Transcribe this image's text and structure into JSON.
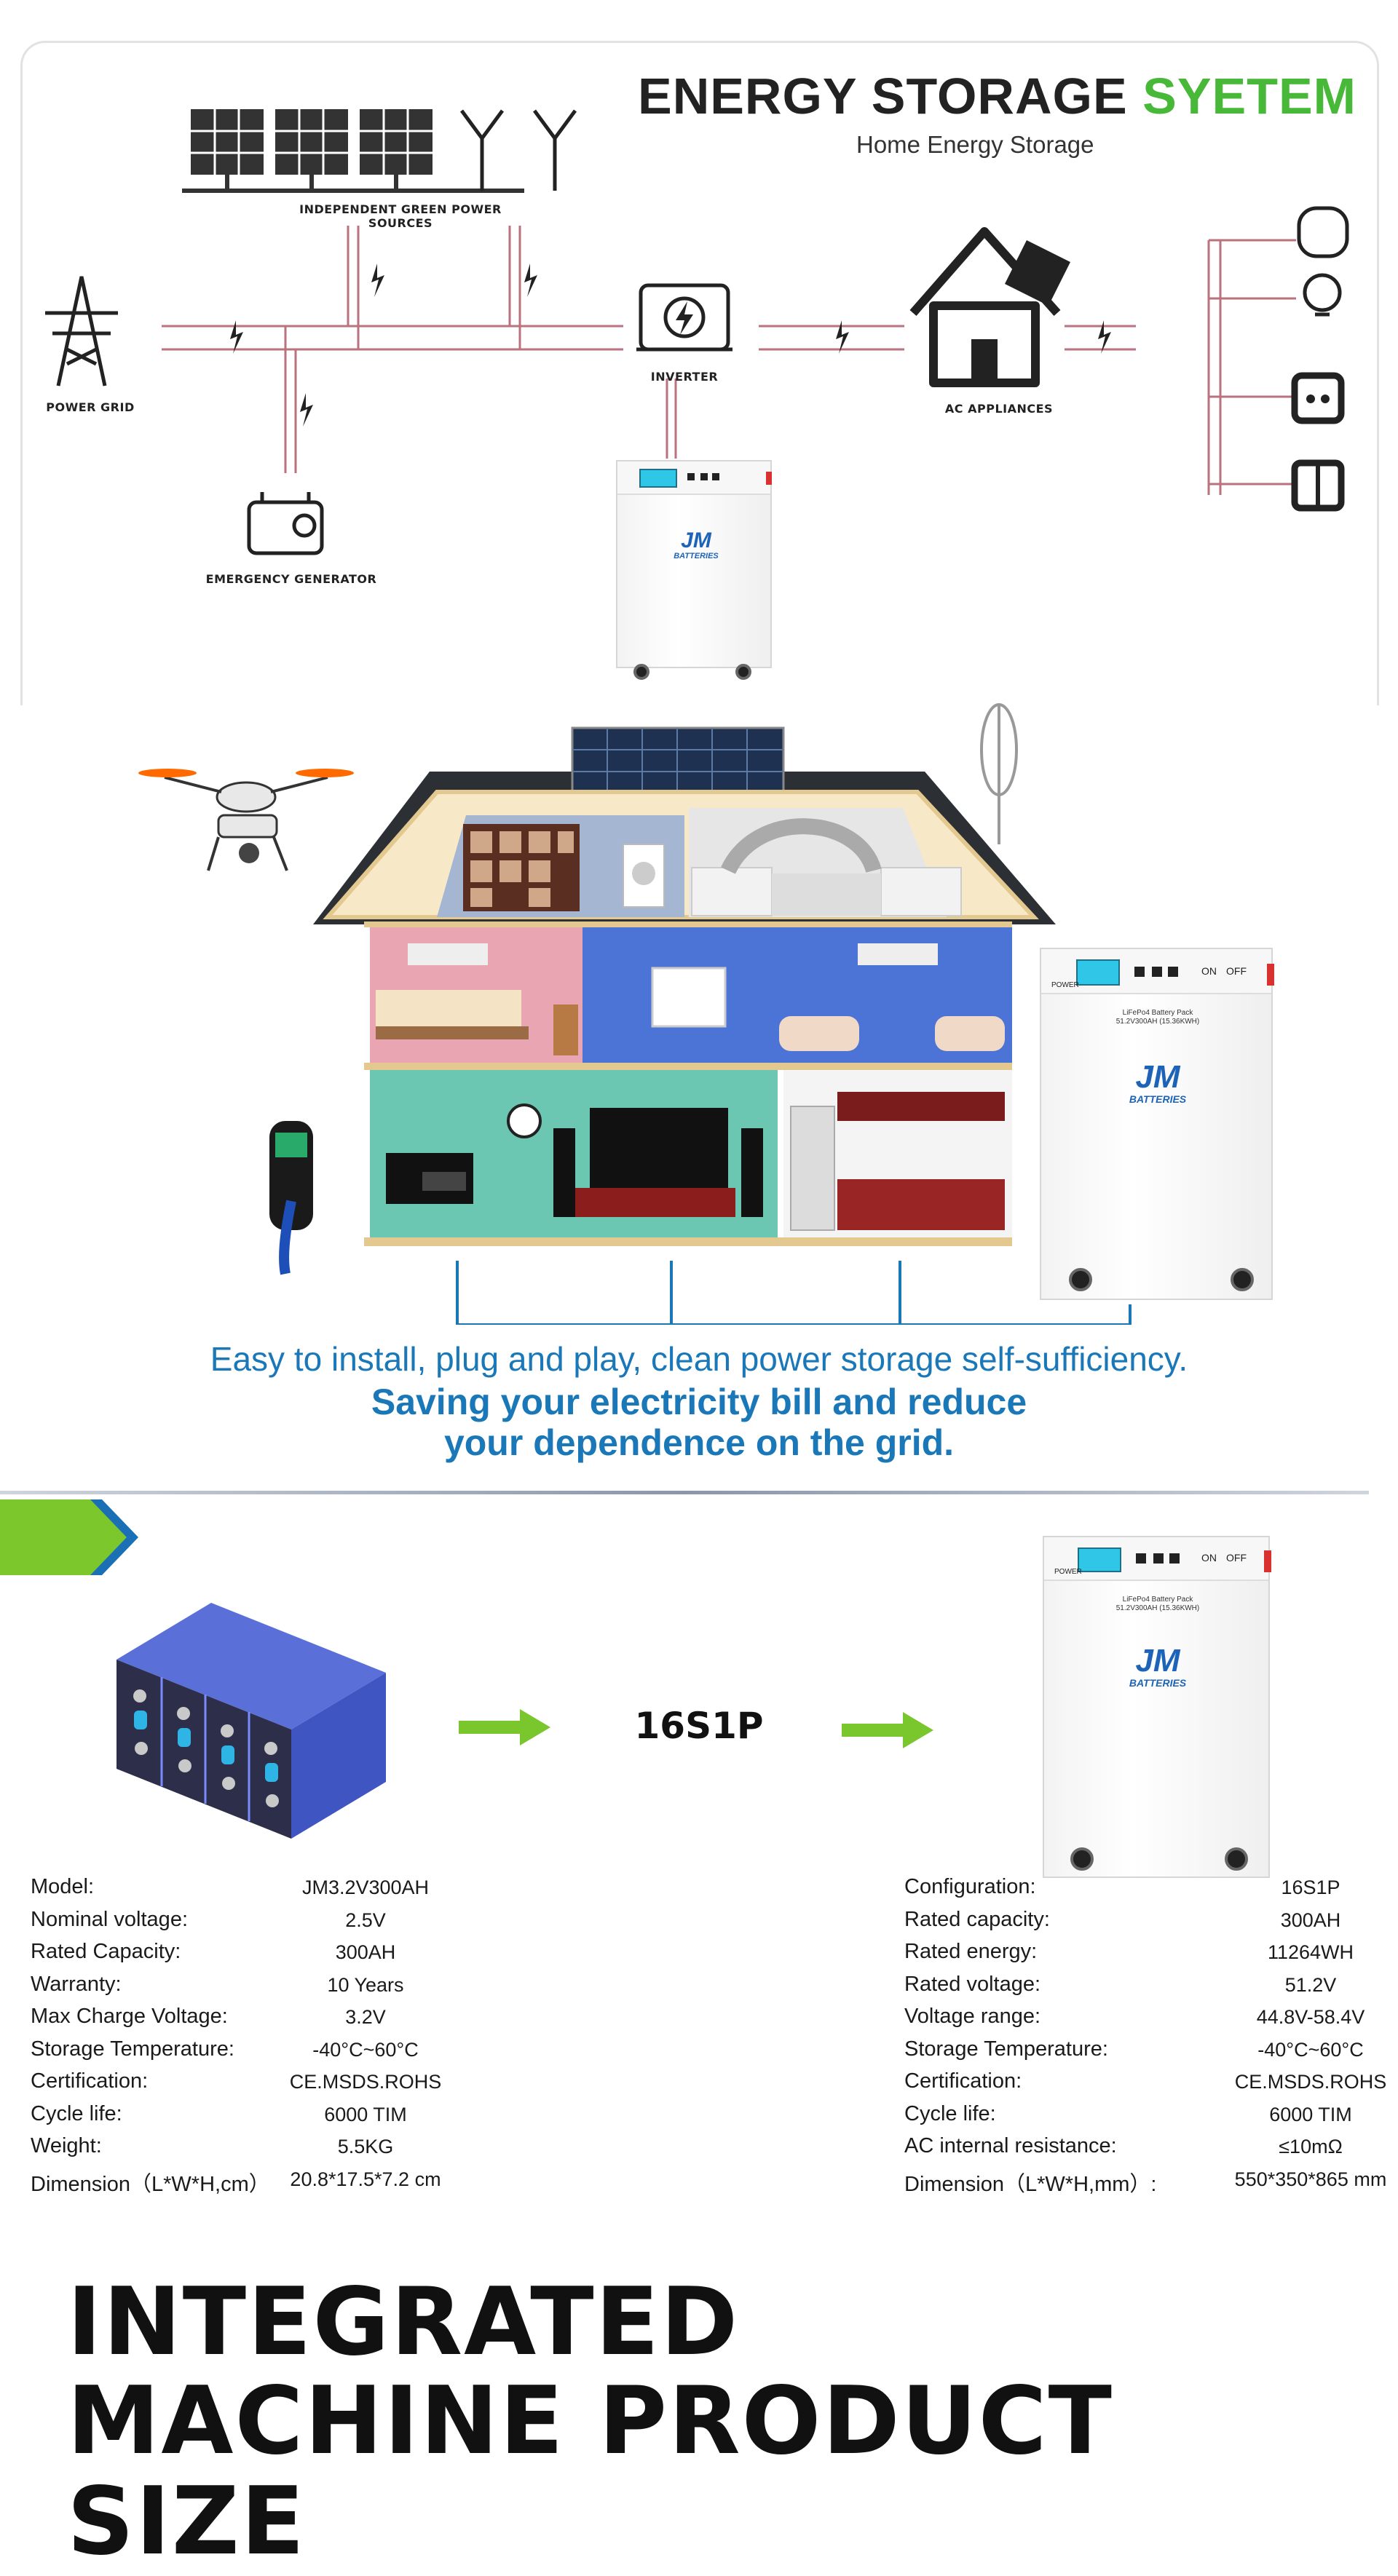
{
  "diagram": {
    "title_main": "ENERGY STORAGE ",
    "title_highlight": "SYETEM",
    "subtitle": "Home Energy Storage",
    "labels": {
      "sources": "INDEPENDENT GREEN POWER SOURCES",
      "grid": "POWER GRID",
      "inverter": "INVERTER",
      "appliances": "AC APPLIANCES",
      "generator": "EMERGENCY GENERATOR"
    }
  },
  "cabinet_small": {
    "brand_top": "JM",
    "brand_bottom": "BATTERIES",
    "pack_line1": "LiFePo4 Battery Pack",
    "pack_line2": "51.2V300AH (15.36KWH)",
    "switch_on": "ON",
    "switch_off": "OFF",
    "power": "POWER"
  },
  "house": {
    "tagline": "Easy to install, plug and play, clean power storage self-sufficiency.",
    "headline_1": "Saving your electricity bill and reduce",
    "headline_2": "your dependence on the grid."
  },
  "config": {
    "label": "16S1P"
  },
  "cell_specs": [
    {
      "label": "Model:",
      "value": "JM3.2V300AH"
    },
    {
      "label": "Nominal voltage:",
      "value": "2.5V"
    },
    {
      "label": "Rated Capacity:",
      "value": "300AH"
    },
    {
      "label": "Warranty:",
      "value": "10 Years"
    },
    {
      "label": "Max Charge Voltage:",
      "value": "3.2V"
    },
    {
      "label": "Storage Temperature:",
      "value": "-40°C~60°C"
    },
    {
      "label": "Certification:",
      "value": "CE.MSDS.ROHS"
    },
    {
      "label": "Cycle life:",
      "value": "6000  TIM"
    },
    {
      "label": "Weight:",
      "value": "5.5KG"
    },
    {
      "label": "Dimension（L*W*H,cm）",
      "value": "20.8*17.5*7.2  cm"
    }
  ],
  "pack_specs": [
    {
      "label": "Configuration:",
      "value": "16S1P"
    },
    {
      "label": "Rated capacity:",
      "value": "300AH"
    },
    {
      "label": "Rated energy:",
      "value": "11264WH"
    },
    {
      "label": "Rated voltage:",
      "value": "51.2V"
    },
    {
      "label": "Voltage range:",
      "value": "44.8V-58.4V"
    },
    {
      "label": "Storage Temperature:",
      "value": "-40°C~60°C"
    },
    {
      "label": "Certification:",
      "value": "CE.MSDS.ROHS"
    },
    {
      "label": "Cycle life:",
      "value": "6000  TIM"
    },
    {
      "label": "AC internal resistance:",
      "value": "≤10mΩ"
    },
    {
      "label": "Dimension（L*W*H,mm）:",
      "value": "550*350*865 mm"
    }
  ],
  "product_size": {
    "line1": "INTEGRATED",
    "line2": "MACHINE PRODUCT SIZE"
  },
  "colors": {
    "accent_green": "#47b837",
    "accent_blue": "#1a78b8",
    "wire": "#b9727e"
  }
}
